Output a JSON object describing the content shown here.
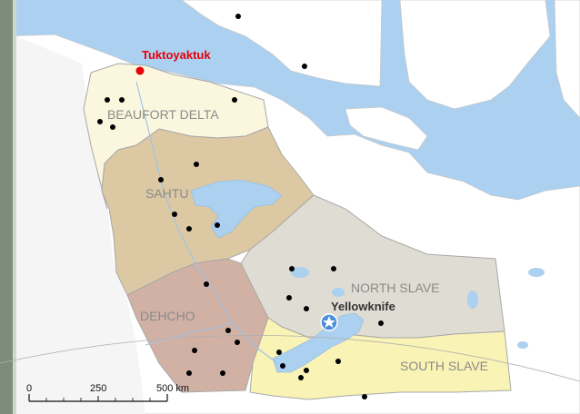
{
  "colors": {
    "water": "#abd0f0",
    "land": "#ffffff",
    "beaufort_delta": "#fbf7df",
    "sahtu": "#dcc9a3",
    "dehcho": "#d2b1a5",
    "north_slave": "#dfdcd3",
    "south_slave": "#f9f3b5",
    "outside_territory": "#f5f5f5",
    "highlight_city": "#e8000b",
    "capital_marker": "#4a8fd9",
    "community_dot": "#000000",
    "border": "#a8a8a8"
  },
  "regions": {
    "beaufort_delta": "BEAUFORT DELTA",
    "sahtu": "SAHTU",
    "dehcho": "DEHCHO",
    "north_slave": "NORTH SLAVE",
    "south_slave": "SOUTH SLAVE"
  },
  "places": {
    "highlight_city": "Tuktoyaktuk",
    "capital": "Yellowknife"
  },
  "scale_bar": {
    "ticks": [
      "0",
      "250",
      "500 km"
    ]
  }
}
